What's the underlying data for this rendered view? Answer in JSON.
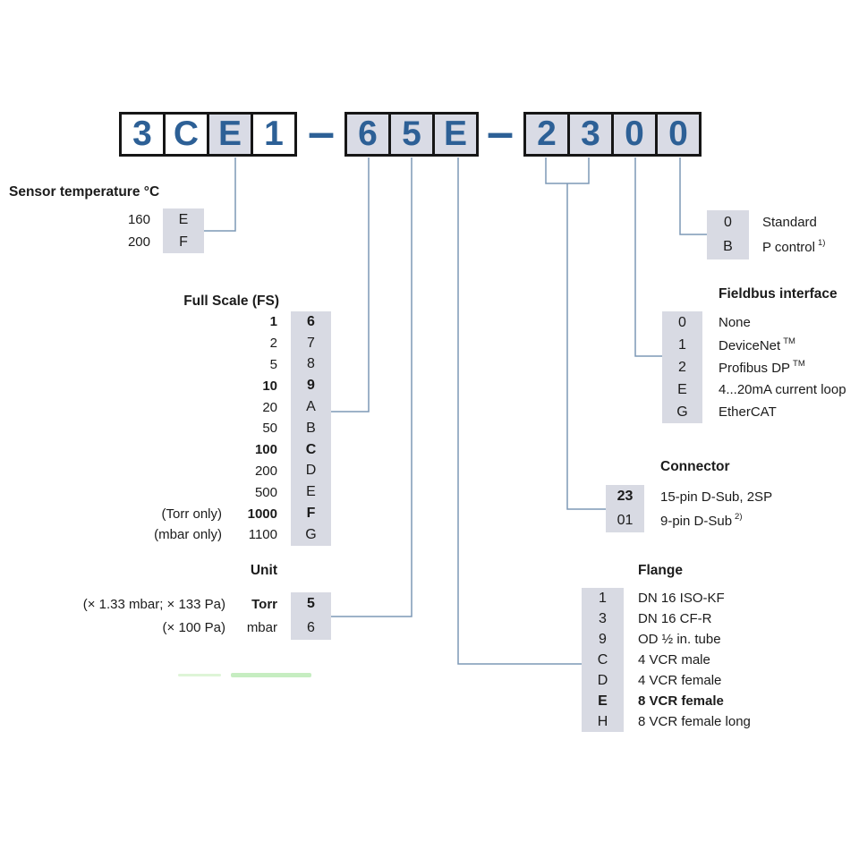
{
  "part_number": {
    "separator": "–",
    "groups": [
      {
        "boxes": [
          {
            "char": "3",
            "shaded": false
          },
          {
            "char": "C",
            "shaded": false
          },
          {
            "char": "E",
            "shaded": true
          },
          {
            "char": "1",
            "shaded": false
          }
        ]
      },
      {
        "boxes": [
          {
            "char": "6",
            "shaded": true
          },
          {
            "char": "5",
            "shaded": true
          },
          {
            "char": "E",
            "shaded": true
          }
        ]
      },
      {
        "boxes": [
          {
            "char": "2",
            "shaded": true
          },
          {
            "char": "3",
            "shaded": true
          },
          {
            "char": "0",
            "shaded": true
          },
          {
            "char": "0",
            "shaded": true
          }
        ]
      }
    ]
  },
  "sections": {
    "sensor_temperature": {
      "title": "Sensor temperature °C",
      "rows": [
        {
          "value": "160",
          "code": "E"
        },
        {
          "value": "200",
          "code": "F"
        }
      ]
    },
    "full_scale": {
      "title": "Full Scale (FS)",
      "rows": [
        {
          "note": "",
          "value": "1",
          "code": "6",
          "bold": true
        },
        {
          "note": "",
          "value": "2",
          "code": "7",
          "bold": false
        },
        {
          "note": "",
          "value": "5",
          "code": "8",
          "bold": false
        },
        {
          "note": "",
          "value": "10",
          "code": "9",
          "bold": true
        },
        {
          "note": "",
          "value": "20",
          "code": "A",
          "bold": false
        },
        {
          "note": "",
          "value": "50",
          "code": "B",
          "bold": false
        },
        {
          "note": "",
          "value": "100",
          "code": "C",
          "bold": true
        },
        {
          "note": "",
          "value": "200",
          "code": "D",
          "bold": false
        },
        {
          "note": "",
          "value": "500",
          "code": "E",
          "bold": false
        },
        {
          "note": "(Torr only)",
          "value": "1000",
          "code": "F",
          "bold": true
        },
        {
          "note": "(mbar only)",
          "value": "1100",
          "code": "G",
          "bold": false
        }
      ]
    },
    "unit": {
      "title": "Unit",
      "rows": [
        {
          "note": "(× 1.33 mbar; × 133 Pa)",
          "value": "Torr",
          "code": "5",
          "bold": true
        },
        {
          "note": "(× 100 Pa)",
          "value": "mbar",
          "code": "6",
          "bold": false
        }
      ]
    },
    "option": {
      "rows": [
        {
          "code": "0",
          "label": "Standard"
        },
        {
          "code": "B",
          "label": "P control",
          "sup": "1)"
        }
      ]
    },
    "fieldbus": {
      "title": "Fieldbus interface",
      "rows": [
        {
          "code": "0",
          "label": "None"
        },
        {
          "code": "1",
          "label": "DeviceNet",
          "sup": "TM"
        },
        {
          "code": "2",
          "label": "Profibus DP",
          "sup": "TM"
        },
        {
          "code": "E",
          "label": "4...20mA current loop"
        },
        {
          "code": "G",
          "label": "EtherCAT"
        }
      ]
    },
    "connector": {
      "title": "Connector",
      "rows": [
        {
          "code": "23",
          "label": "15-pin D-Sub, 2SP",
          "bold": true
        },
        {
          "code": "01",
          "label": "9-pin D-Sub",
          "sup": "2)",
          "bold": false
        }
      ]
    },
    "flange": {
      "title": "Flange",
      "rows": [
        {
          "code": "1",
          "label": "DN 16 ISO-KF",
          "bold": false
        },
        {
          "code": "3",
          "label": "DN 16 CF-R",
          "bold": false
        },
        {
          "code": "9",
          "label": "OD ½ in. tube",
          "bold": false
        },
        {
          "code": "C",
          "label": "4 VCR male",
          "bold": false
        },
        {
          "code": "D",
          "label": "4 VCR female",
          "bold": false
        },
        {
          "code": "E",
          "label": "8 VCR female",
          "bold": true
        },
        {
          "code": "H",
          "label": "8 VCR female long",
          "bold": false
        }
      ]
    }
  },
  "colors": {
    "accent_blue": "#2d6096",
    "shade": "#d9dbe5",
    "line": "#7d98b6"
  }
}
